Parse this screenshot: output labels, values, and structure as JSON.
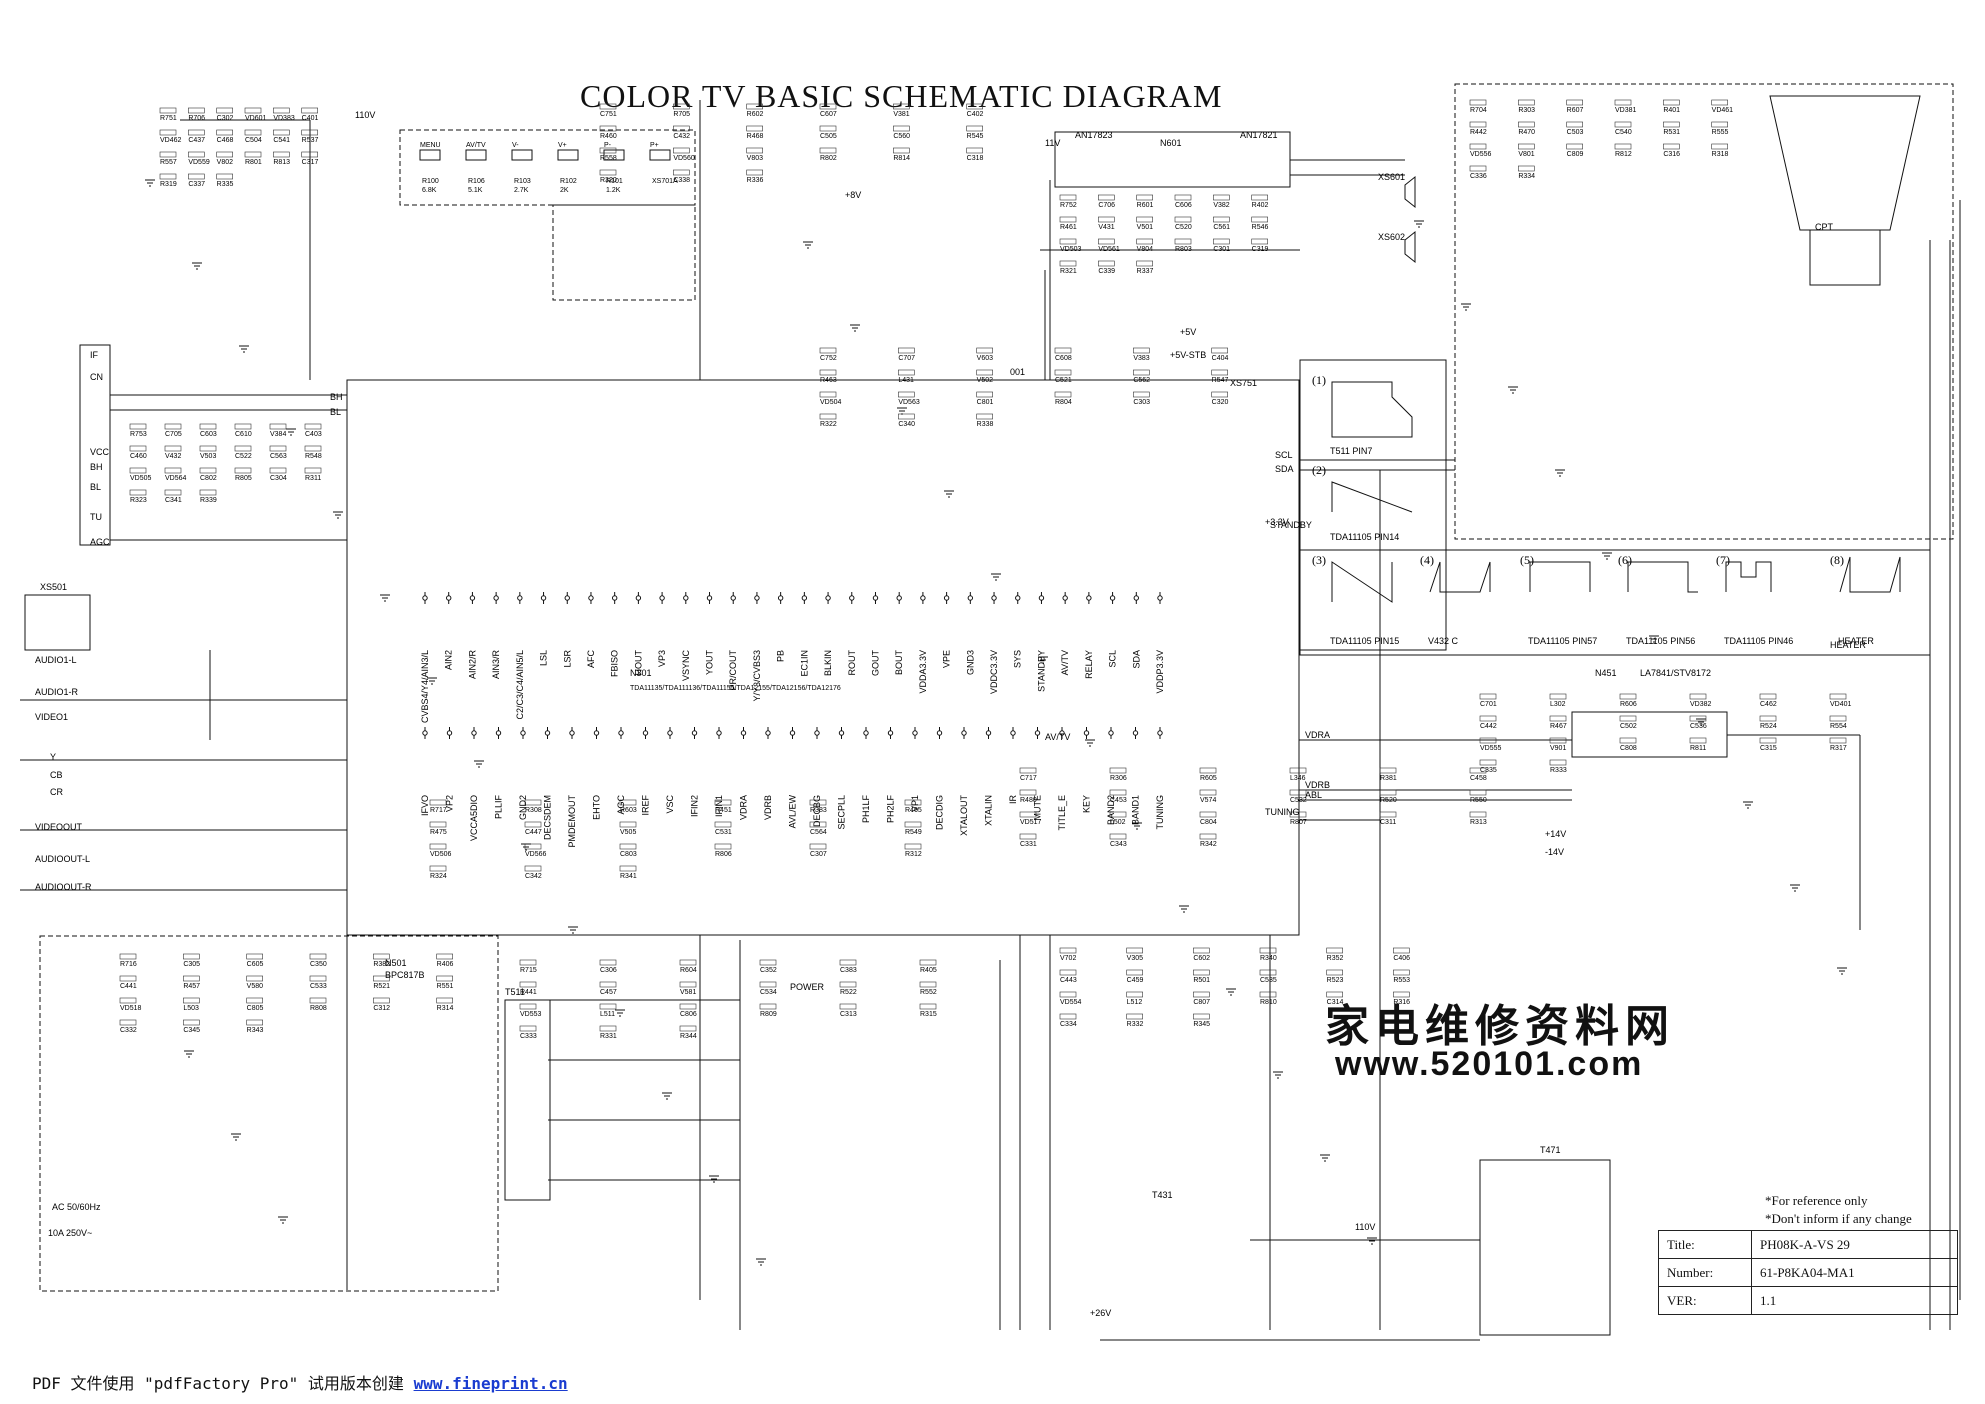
{
  "title": "COLOR TV BASIC SCHEMATIC DIAGRAM",
  "watermark": {
    "cn": "家电维修资料网",
    "url": "www.520101.com"
  },
  "notes": [
    "*For reference only",
    "*Don't inform if any change"
  ],
  "title_block": {
    "rows": [
      {
        "key": "Title:",
        "value": "PH08K-A-VS 29"
      },
      {
        "key": "Number:",
        "value": "61-P8KA04-MA1"
      },
      {
        "key": "VER:",
        "value": "1.1"
      }
    ]
  },
  "footer": {
    "prefix": "PDF 文件使用 \"pdfFactory Pro\" 试用版本创建 ",
    "link": "www.fineprint.cn"
  },
  "ic_main": {
    "ref": "N301",
    "part": "TDA11135/TDA111136/TDA11155/TDA12155/TDA12156/TDA12176",
    "top_pins": [
      "CVBS4/Y4/AIN3/L",
      "AIN2",
      "AIN2/R",
      "AIN3/R",
      "C2/C3/C4/AIN5/L",
      "LSL",
      "LSR",
      "AFC",
      "FBISO",
      "HOUT",
      "VP3",
      "VSYNC",
      "YOUT",
      "PR/COUT",
      "Y/Y3/CVBS3",
      "PB",
      "EC1IN",
      "BLKIN",
      "ROUT",
      "GOUT",
      "BOUT",
      "VDDA3.3V",
      "VPE",
      "GND3",
      "VDDC3.3V",
      "SYS",
      "STANDBY",
      "AV/TV",
      "RELAY",
      "SCL",
      "SDA",
      "VDDP3.3V"
    ],
    "bottom_pins": [
      "IFVO",
      "VP2",
      "VCCA5DIO",
      "PLLIF",
      "GND2",
      "DECSDEM",
      "PMDEMOUT",
      "EHTO",
      "AGC",
      "IREF",
      "VSC",
      "IFIN2",
      "IFIN1",
      "VDRA",
      "VDRB",
      "AVL/EW",
      "DECBG",
      "SECPLL",
      "PH1LF",
      "PH2LF",
      "VP1",
      "DECDIG",
      "XTALOUT",
      "XTALIN",
      "IR",
      "MUTE",
      "TITLE_E",
      "KEY",
      "BAND2",
      "BAND1",
      "TUNING"
    ]
  },
  "labels": {
    "vdd110": "110V",
    "v11": "11V",
    "v8": "+8V",
    "v5": "+5V",
    "v33": "+3.3V",
    "v5stb": "+5V-STB",
    "tuning": "TUNING",
    "standby": "STANDBY",
    "scl": "SCL",
    "sda": "SDA",
    "vdra": "VDRA",
    "vdrb": "VDRB",
    "abl": "ABL",
    "power": "POWER",
    "n451": "N451",
    "n451_part": "LA7841/STV8172",
    "an1": "AN17823",
    "an2": "AN17821",
    "n601": "N601",
    "xs501": "XS501",
    "xs601": "XS601",
    "xs602": "XS602",
    "xs751": "XS751",
    "tuner_if": "IF",
    "tuner_cn": "CN",
    "tuner_vcc": "VCC",
    "tuner_bh": "BH",
    "tuner_bl": "BL",
    "tuner_tu": "TU",
    "tuner_agc": "AGC",
    "tuner_bh2": "BH",
    "tuner_bl2": "BL",
    "t511": "T511",
    "t431": "T431",
    "t471": "T471",
    "n501": "N501",
    "n501p": "BPC817B",
    "av": "AV/TV",
    "audio_l": "AUDIO1-L",
    "audio_r": "AUDIO1-R",
    "video": "VIDEO1",
    "cr": "CR",
    "cb": "CB",
    "y": "Y",
    "videoout": "VIDEOOUT",
    "ao_l": "AUDIOOUT-L",
    "ao_r": "AUDIOOUT-R",
    "ac": "AC 50/60Hz",
    "fuse": "10A 250V~",
    "heater": "HEATER",
    "v110b": "110V",
    "v14": "-14V",
    "v14p": "+14V",
    "v26": "+26V",
    "cpt": "CPT",
    "x001": "001"
  },
  "keys": [
    {
      "name": "MENU",
      "ref": "R100",
      "val": "6.8K"
    },
    {
      "name": "AV/TV",
      "ref": "R106",
      "val": "5.1K"
    },
    {
      "name": "V-",
      "ref": "R103",
      "val": "2.7K"
    },
    {
      "name": "V+",
      "ref": "R102",
      "val": "2K"
    },
    {
      "name": "P-",
      "ref": "R101",
      "val": "1.2K"
    },
    {
      "name": "P+",
      "ref": "XS701A",
      "val": ""
    }
  ],
  "waveforms": [
    {
      "n": "(1)",
      "cap": "T511 PIN7"
    },
    {
      "n": "(2)",
      "cap": "TDA11105 PIN14"
    },
    {
      "n": "(3)",
      "cap": "TDA11105 PIN15"
    },
    {
      "n": "(4)",
      "cap": "V432 C"
    },
    {
      "n": "(5)",
      "cap": "TDA11105 PIN57"
    },
    {
      "n": "(6)",
      "cap": "TDA11105 PIN56"
    },
    {
      "n": "(7)",
      "cap": "TDA11105 PIN46"
    },
    {
      "n": "(8)",
      "cap": "HEATER"
    }
  ],
  "parts": [
    "R751",
    "C751",
    "R752",
    "C752",
    "R753",
    "R717",
    "C717",
    "R716",
    "R715",
    "V702",
    "C701",
    "R704",
    "R706",
    "R705",
    "C706",
    "C707",
    "C705",
    "R308",
    "R306",
    "C305",
    "C306",
    "V305",
    "L302",
    "R303",
    "C302",
    "R602",
    "R601",
    "V603",
    "C603",
    "R603",
    "R605",
    "C605",
    "R604",
    "C602",
    "R606",
    "R607",
    "VD601",
    "C607",
    "C606",
    "C608",
    "C610",
    "R451",
    "L346",
    "C350",
    "C352",
    "R340",
    "VD382",
    "VD381",
    "VD383",
    "V381",
    "V382",
    "V383",
    "V384",
    "R383",
    "R381",
    "R382",
    "C383",
    "R352",
    "C462",
    "R401",
    "C401",
    "C402",
    "R402",
    "C404",
    "C403",
    "R465",
    "C458",
    "R406",
    "R405",
    "C406",
    "VD401",
    "VD461",
    "VD462",
    "R460",
    "R461",
    "R463",
    "C460",
    "R475",
    "R480",
    "C441",
    "R441",
    "C443",
    "C442",
    "R442",
    "C437",
    "C432",
    "V431",
    "L431",
    "V432",
    "C447",
    "C453",
    "R457",
    "C457",
    "C459",
    "R467",
    "R470",
    "C468",
    "R468",
    "V501",
    "V502",
    "V503",
    "V505",
    "V574",
    "V580",
    "V581",
    "R501",
    "C502",
    "C503",
    "C504",
    "C505",
    "C520",
    "C521",
    "C522",
    "C531",
    "C532",
    "C533",
    "C534",
    "C535",
    "C536",
    "C540",
    "C541",
    "C560",
    "C561",
    "C562",
    "C563",
    "C564",
    "R520",
    "R521",
    "R522",
    "R523",
    "R524",
    "R531",
    "R537",
    "R545",
    "R546",
    "R547",
    "R548",
    "R549",
    "R550",
    "R551",
    "R552",
    "R553",
    "R554",
    "R555",
    "R557",
    "R558",
    "VD503",
    "VD504",
    "VD505",
    "VD506",
    "VD517",
    "VD518",
    "VD553",
    "VD554",
    "VD555",
    "VD556",
    "VD559",
    "VD560",
    "VD561",
    "VD563",
    "VD564",
    "VD566",
    "L502",
    "L503",
    "L511",
    "L512",
    "V901",
    "V801",
    "V802",
    "V803",
    "V804",
    "C801",
    "C802",
    "C803",
    "C804",
    "C805",
    "C806",
    "C807",
    "C808",
    "C809",
    "R801",
    "R802",
    "R803",
    "R804",
    "R805",
    "R806",
    "R807",
    "R808",
    "R809",
    "R810",
    "R811",
    "R812",
    "R813",
    "R814",
    "C301",
    "C303",
    "C304",
    "C307",
    "C311",
    "C312",
    "C313",
    "C314",
    "C315",
    "C316",
    "C317",
    "C318",
    "C319",
    "C320",
    "R311",
    "R312",
    "R313",
    "R314",
    "R315",
    "R316",
    "R317",
    "R318",
    "R319",
    "R320",
    "R321",
    "R322",
    "R323",
    "R324",
    "C331",
    "C332",
    "C333",
    "C334",
    "C335",
    "C336",
    "C337",
    "C338",
    "C339",
    "C340",
    "C341",
    "C342",
    "C343",
    "C345",
    "R331",
    "R332",
    "R333",
    "R334",
    "R335",
    "R336",
    "R337",
    "R338",
    "R339",
    "R341",
    "R342",
    "R343",
    "R344",
    "R345"
  ]
}
